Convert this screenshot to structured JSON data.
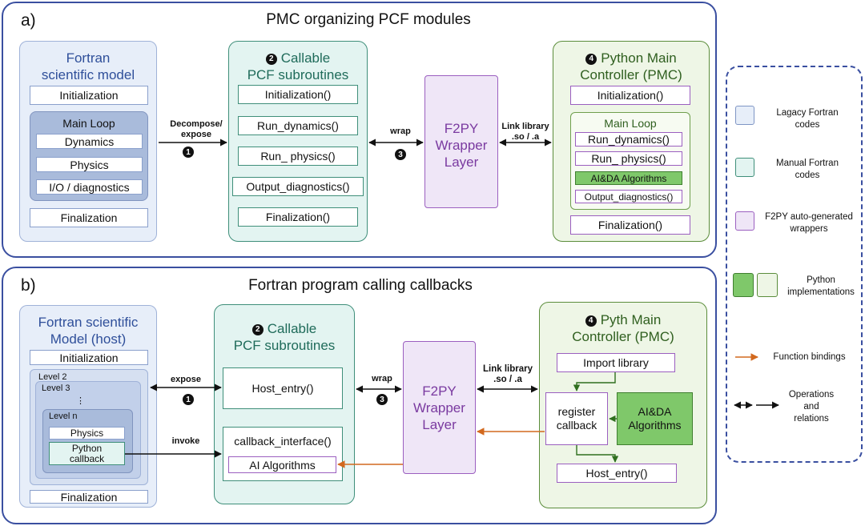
{
  "panel_a": {
    "tag": "a)",
    "title": "PMC organizing  PCF modules",
    "fortran": {
      "header": [
        "Fortran",
        "scientific model"
      ],
      "init": "Initialization",
      "loop_label": "Main Loop",
      "loop_items": [
        "Dynamics",
        "Physics",
        "I/O / diagnostics"
      ],
      "final": "Finalization"
    },
    "edge_decompose": [
      "Decompose/",
      "expose"
    ],
    "step1": "1",
    "pcf": {
      "step": "2",
      "header": [
        "Callable",
        "PCF subroutines"
      ],
      "items": [
        "Initialization()",
        "Run_dynamics()",
        "Run_ physics()",
        "Output_diagnostics()",
        "Finalization()"
      ]
    },
    "edge_wrap": "wrap",
    "step3": "3",
    "wrapper": [
      "F2PY",
      "Wrapper",
      "Layer"
    ],
    "edge_link": [
      "Link library",
      ".so / .a"
    ],
    "pmc": {
      "step": "4",
      "header": [
        "Python Main",
        "Controller (PMC)"
      ],
      "init": "Initialization()",
      "loop_label": "Main Loop",
      "loop_items": [
        "Run_dynamics()",
        "Run_ physics()",
        "AI&DA Algorithms",
        "Output_diagnostics()"
      ],
      "final": "Finalization()"
    }
  },
  "panel_b": {
    "tag": "b)",
    "title": "Fortran program calling callbacks",
    "fortran": {
      "header": [
        "Fortran scientific",
        "Model (host)"
      ],
      "init": "Initialization",
      "levels": [
        "Level 2",
        "Level 3",
        "⋮",
        "Level n"
      ],
      "physics": "Physics",
      "python_callback": [
        "Python",
        "callback"
      ],
      "final": "Finalization"
    },
    "edge_expose": "expose",
    "step1": "1",
    "edge_invoke": "invoke",
    "pcf": {
      "step": "2",
      "header": [
        "Callable",
        "PCF subroutines"
      ],
      "host_entry": "Host_entry()",
      "callback_interface": "callback_interface()",
      "ai_algorithms": "AI Algorithms"
    },
    "edge_wrap": "wrap",
    "step3": "3",
    "wrapper": [
      "F2PY",
      "Wrapper",
      "Layer"
    ],
    "edge_link": [
      "Link library",
      ".so / .a"
    ],
    "pmc": {
      "step": "4",
      "header": [
        "Pyth Main",
        "Controller (PMC)"
      ],
      "import": "Import library",
      "register": [
        "register",
        "callback"
      ],
      "aida": [
        "AI&DA",
        "Algorithms"
      ],
      "host_entry": "Host_entry()"
    }
  },
  "legend": {
    "items": [
      [
        "Lagacy Fortran",
        "codes"
      ],
      [
        "Manual Fortran",
        "codes"
      ],
      [
        "F2PY auto-generated",
        "wrappers"
      ],
      [
        "Python",
        "implementations"
      ],
      [
        "Function bindings"
      ],
      [
        "Operations",
        "and",
        "relations"
      ]
    ]
  },
  "colors": {
    "panel_border": "#3a4fa0",
    "fortran_blue": "#e7eef9",
    "manual_teal": "#e3f4f1",
    "f2py_purple": "#efe6f7",
    "python_green": "#7fc86a",
    "binding_orange": "#d2691e"
  }
}
